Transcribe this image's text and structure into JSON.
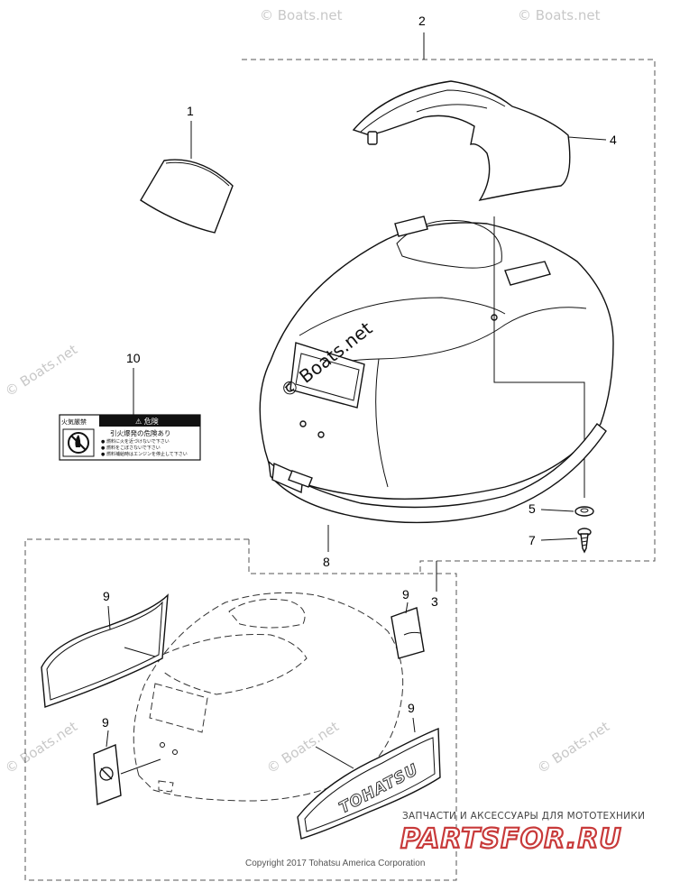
{
  "callouts": {
    "c1": "1",
    "c2": "2",
    "c3": "3",
    "c4": "4",
    "c5": "5",
    "c7": "7",
    "c8": "8",
    "c9a": "9",
    "c9b": "9",
    "c9c": "9",
    "c9d": "9",
    "c10": "10"
  },
  "label_10": {
    "left_header": "火気厳禁",
    "right_header": "⚠ 危険",
    "line1": "引火爆発の危険あり",
    "line2": "● 燃料に火を近づけないで下さい",
    "line3": "● 燃料をこぼさないで下さい",
    "line4": "● 燃料補給時はエンジンを停止して下さい"
  },
  "decal_text": "TOHATSU",
  "watermarks": {
    "boats": "© Boats.net",
    "boats_center": "© Boats.net"
  },
  "ad": {
    "line1": "ЗАПЧАСТИ И АКСЕССУАРЫ ДЛЯ МОТОТЕХНИКИ",
    "line2": "PARTSFOR.RU"
  },
  "copyright": "Copyright 2017 Tohatsu America Corporation"
}
